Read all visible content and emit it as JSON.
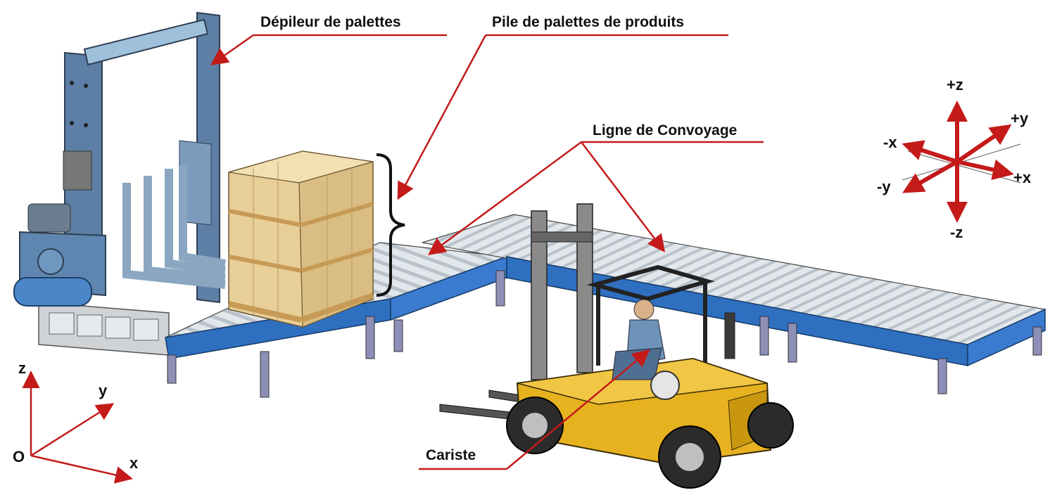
{
  "labels": {
    "depileur": "Dépileur de palettes",
    "pile": "Pile de palettes de produits",
    "ligne": "Ligne de Convoyage",
    "cariste": "Cariste"
  },
  "axes_ref": {
    "origin": "O",
    "x": "x",
    "y": "y",
    "z": "z"
  },
  "axes_rose": {
    "pz": "+z",
    "nz": "-z",
    "px": "+x",
    "nx": "-x",
    "py": "+y",
    "ny": "-y"
  },
  "colors": {
    "frame_blue": "#5d7fa6",
    "frame_light": "#9fc0da",
    "conveyor_blue": "#2f6fc0",
    "roller": "#cfd6dc",
    "box": "#e8cf98",
    "pallet": "#c79a55",
    "forklift_yellow": "#e7b21f",
    "tyre": "#2b2b2b",
    "arrow_red": "#c41a1a"
  }
}
